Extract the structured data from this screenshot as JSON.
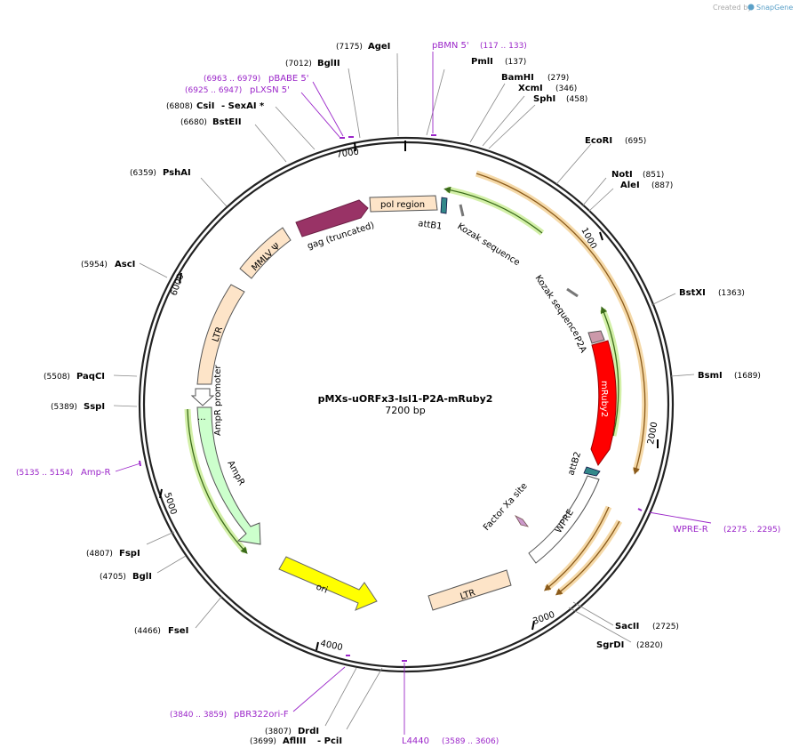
{
  "credit": {
    "prefix": "Created by",
    "brand": "SnapGene"
  },
  "plasmid": {
    "name": "pMXs-uORFx3-Isl1-P2A-mRuby2",
    "length": "7200 bp"
  },
  "ticks": [
    "1000",
    "2000",
    "3000",
    "4000",
    "5000",
    "6000",
    "7000"
  ],
  "enzymes": [
    {
      "name": "AgeI",
      "pos": "(7175)"
    },
    {
      "name": "BglII",
      "pos": "(7012)"
    },
    {
      "name": "CsiI",
      "pos": "(6808)",
      "extra": "SexAI *"
    },
    {
      "name": "BstEII",
      "pos": "(6680)"
    },
    {
      "name": "PshAI",
      "pos": "(6359)"
    },
    {
      "name": "AscI",
      "pos": "(5954)"
    },
    {
      "name": "PaqCI",
      "pos": "(5508)"
    },
    {
      "name": "SspI",
      "pos": "(5389)"
    },
    {
      "name": "FspI",
      "pos": "(4807)"
    },
    {
      "name": "BglI",
      "pos": "(4705)"
    },
    {
      "name": "FseI",
      "pos": "(4466)"
    },
    {
      "name": "DrdI",
      "pos": "(3807)"
    },
    {
      "name": "AflIII",
      "pos": "(3699)",
      "extra": "PciI"
    },
    {
      "name": "PmlI",
      "pos": "(137)"
    },
    {
      "name": "BamHI",
      "pos": "(279)"
    },
    {
      "name": "XcmI",
      "pos": "(346)"
    },
    {
      "name": "SphI",
      "pos": "(458)"
    },
    {
      "name": "EcoRI",
      "pos": "(695)"
    },
    {
      "name": "NotI",
      "pos": "(851)"
    },
    {
      "name": "AleI",
      "pos": "(887)"
    },
    {
      "name": "BstXI",
      "pos": "(1363)"
    },
    {
      "name": "BsmI",
      "pos": "(1689)"
    },
    {
      "name": "SacII",
      "pos": "(2725)"
    },
    {
      "name": "SgrDI",
      "pos": "(2820)"
    }
  ],
  "primers": [
    {
      "name": "pBMN 5'",
      "pos": "(117 .. 133)"
    },
    {
      "name": "pBABE 5'",
      "pos": "(6963 .. 6979)"
    },
    {
      "name": "pLXSN 5'",
      "pos": "(6925 .. 6947)"
    },
    {
      "name": "Amp-R",
      "pos": "(5135 .. 5154)"
    },
    {
      "name": "WPRE-R",
      "pos": "(2275 .. 2295)"
    },
    {
      "name": "pBR322ori-F",
      "pos": "(3840 .. 3859)"
    },
    {
      "name": "L4440",
      "pos": "(3589 .. 3606)"
    }
  ],
  "features": [
    {
      "name": "pol region",
      "color": "#fde4c8"
    },
    {
      "name": "gag (truncated)",
      "color": "#993366"
    },
    {
      "name": "MMLV Ψ",
      "color": "#fde4c8"
    },
    {
      "name": "LTR",
      "color": "#fde4c8"
    },
    {
      "name": "AmpR promoter",
      "color": "#ffffff"
    },
    {
      "name": "AmpR",
      "color": "#ccffcc"
    },
    {
      "name": "ori",
      "color": "#ffff00"
    },
    {
      "name": "LTR",
      "color": "#fde4c8"
    },
    {
      "name": "WPRE",
      "color": "#ffffff"
    },
    {
      "name": "Factor Xa site",
      "color": "#cc99cc"
    },
    {
      "name": "attB2",
      "color": "#33888a"
    },
    {
      "name": "mRuby2",
      "color": "#ff0000"
    },
    {
      "name": "P2A",
      "color": "#cc99aa"
    },
    {
      "name": "Kozak sequence",
      "color": "#999999"
    },
    {
      "name": "Kozak sequence",
      "color": "#999999"
    },
    {
      "name": "attB1",
      "color": "#33888a"
    }
  ],
  "colors": {
    "primer": "#9b26c9",
    "orf_orange": "#e8a33b",
    "orf_green": "#6aa531",
    "backbone": "#222222"
  }
}
